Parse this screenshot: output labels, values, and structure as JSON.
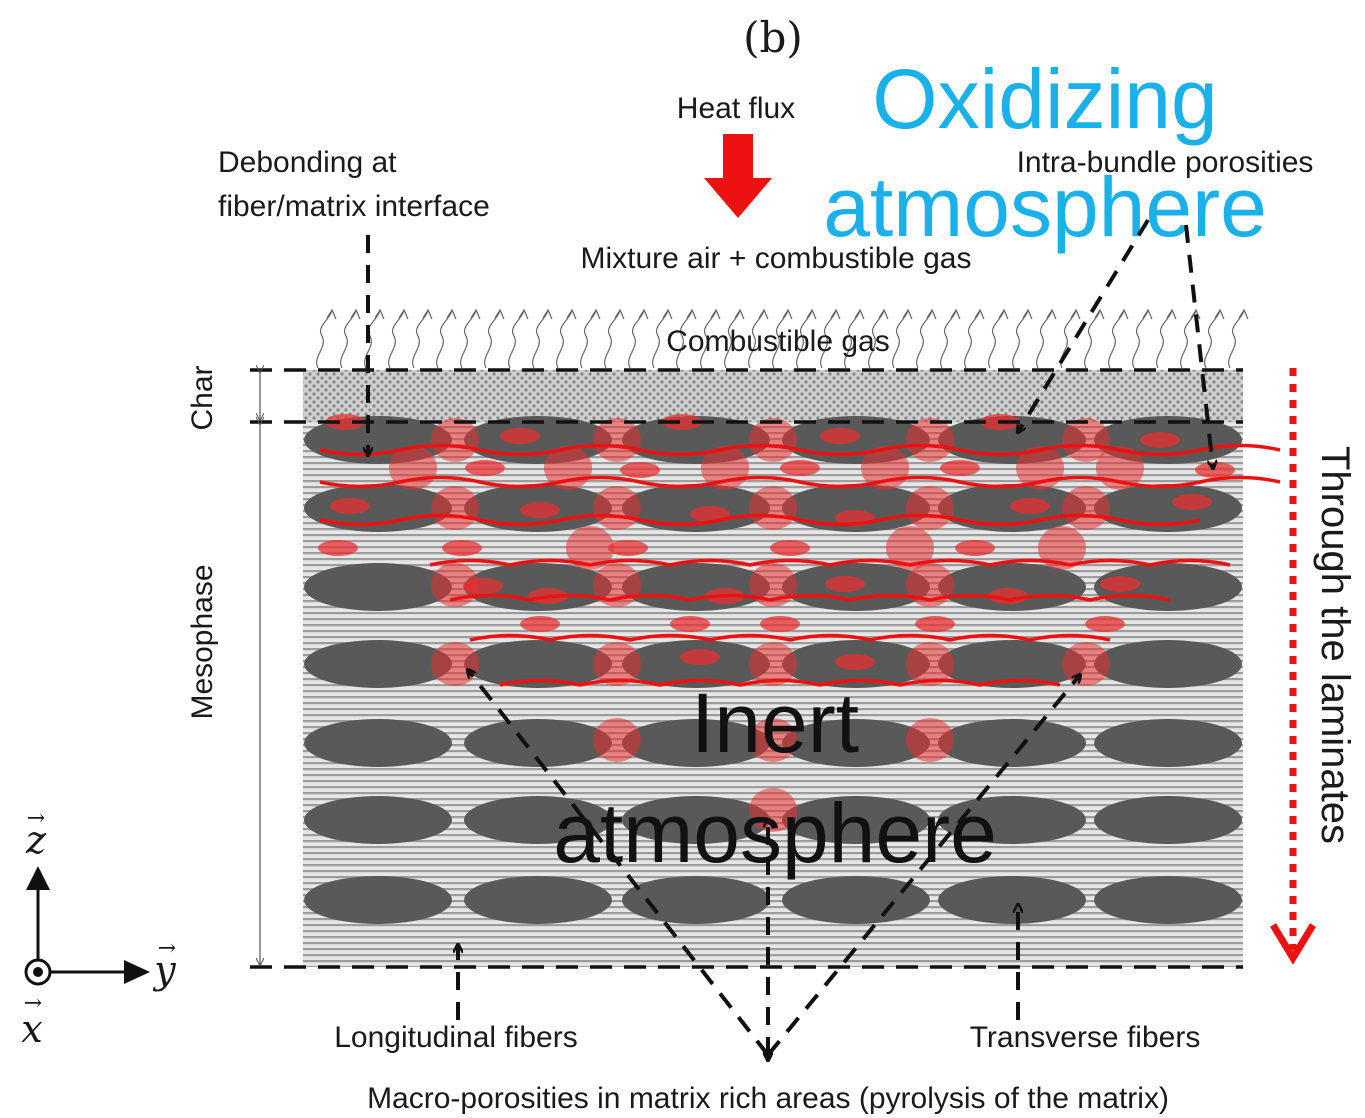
{
  "panel_label": "(b)",
  "heat_flux": "Heat flux",
  "oxidizing": [
    "Oxidizing",
    "atmosphere"
  ],
  "debonding": [
    "Debonding at",
    "fiber/matrix interface"
  ],
  "intra_bundle": "Intra-bundle porosities",
  "mixture": "Mixture air + combustible gas",
  "combustible_gas": "Combustible gas",
  "layers": {
    "char": "Char",
    "mesophase": "Mesophase"
  },
  "through_laminates": "Through the laminates",
  "inert": [
    "Inert",
    "atmosphere"
  ],
  "longitudinal": "Longitudinal fibers",
  "transverse": "Transverse fibers",
  "macro_porosities": "Macro-porosities in matrix rich areas (pyrolysis of the matrix)",
  "axes": {
    "z": "z",
    "y": "y",
    "x": "x"
  },
  "colors": {
    "heat_arrow": "#ee1111",
    "oxidizing_text": "#1ab0ea",
    "porosity": "#e83030",
    "crack": "#ee1111",
    "fiber_bundle": "#595959",
    "laminate_bg": "#c8c8c8"
  }
}
